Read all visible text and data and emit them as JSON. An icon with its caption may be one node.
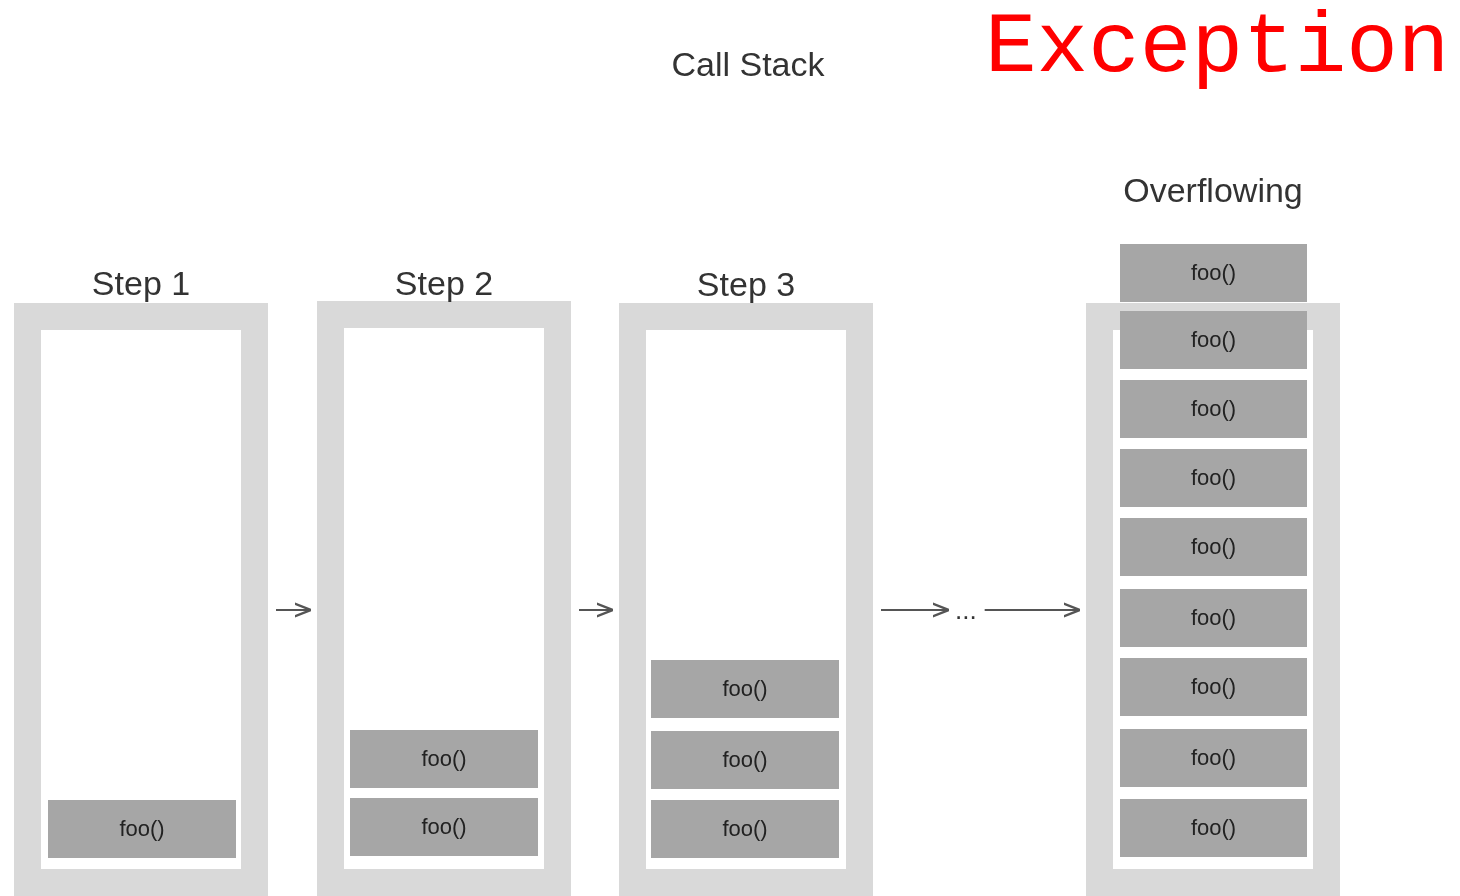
{
  "diagram": {
    "title": "Call Stack",
    "nodes": [
      {
        "text": [
          "Step 1"
        ]
      },
      {
        "text": [
          "foo()"
        ],
        "in": 0
      },
      {
        "text": [
          "Step 2"
        ]
      },
      {
        "text": [
          "foo()"
        ],
        "in": 2
      },
      {
        "text": [
          "foo()"
        ],
        "in": 2
      },
      {
        "text": [
          "Step 3"
        ]
      },
      {
        "text": [
          "foo()"
        ],
        "in": 5
      },
      {
        "text": [
          "foo()"
        ],
        "in": 5
      },
      {
        "text": [
          "foo()"
        ],
        "in": 5
      },
      {
        "text": [
          "..."
        ]
      },
      {
        "text": [
          "Overflowing"
        ]
      },
      {
        "text": [
          "foo()"
        ]
      },
      {
        "text": [
          "foo()"
        ],
        "in": 10
      },
      {
        "text": [
          "foo()"
        ],
        "in": 10
      },
      {
        "text": [
          "foo()"
        ],
        "in": 10
      },
      {
        "text": [
          "foo()"
        ],
        "in": 10
      },
      {
        "text": [
          "foo()"
        ],
        "in": 10
      },
      {
        "text": [
          "foo()"
        ],
        "in": 10
      },
      {
        "text": [
          "foo()"
        ],
        "in": 10
      },
      {
        "text": [
          "foo()"
        ],
        "in": 10
      }
    ],
    "edges": [
      {
        "from": 0,
        "to": 2,
        "arrow": "to"
      },
      {
        "from": 2,
        "to": 5,
        "arrow": "to"
      },
      {
        "from": 5,
        "to": 9,
        "arrow": "to"
      },
      {
        "from": 9,
        "to": 10,
        "arrow": "to"
      }
    ],
    "labels": [
      "Exception"
    ]
  }
}
